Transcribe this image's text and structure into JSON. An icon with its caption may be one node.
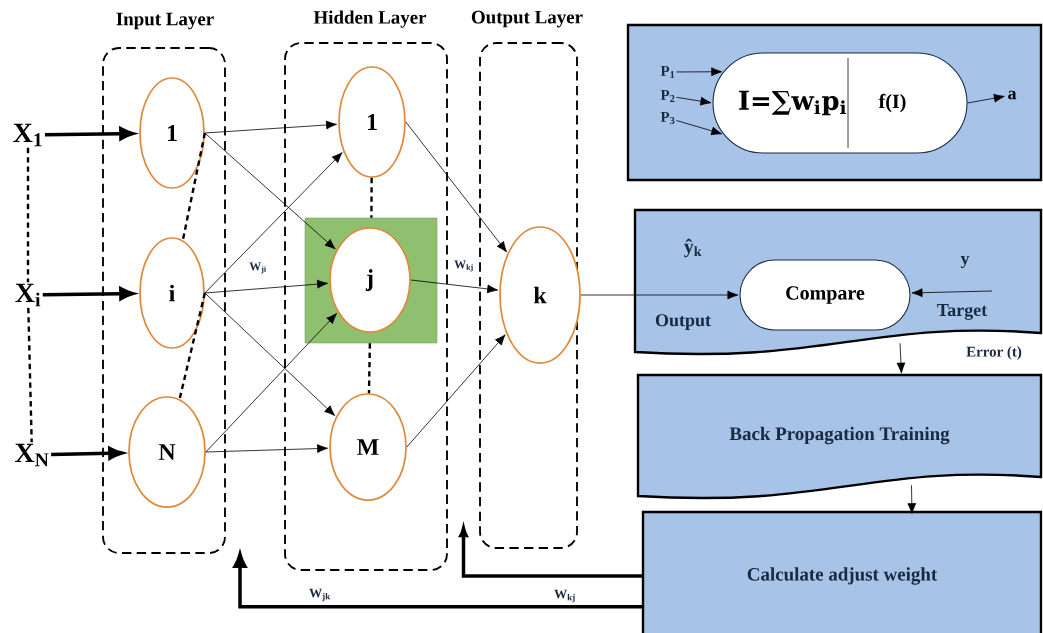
{
  "diagram": {
    "nodes": [
      {
        "text": [
          "Input Layer"
        ]
      },
      {
        "text": [
          "Hidden Layer"
        ]
      },
      {
        "text": [
          "Output Layer"
        ]
      },
      {
        "text": [
          "X$_{1}$"
        ]
      },
      {
        "text": [
          "X$_{i}$"
        ]
      },
      {
        "text": [
          "X$_{N}$"
        ]
      },
      {
        "text": [
          "1"
        ],
        "in": 0
      },
      {
        "text": [
          "i"
        ],
        "in": 0
      },
      {
        "text": [
          "N"
        ],
        "in": 0
      },
      {
        "text": [
          "1"
        ],
        "in": 1
      },
      {
        "text": [],
        "shape": "box",
        "in": 1
      },
      {
        "text": [
          "j"
        ],
        "in": 10
      },
      {
        "text": [
          "M"
        ],
        "in": 1
      },
      {
        "text": [
          "k"
        ],
        "in": 2
      },
      {
        "text": [],
        "shape": "box"
      },
      {
        "text": [
          "I=∑w$_{i}$p$_{i}$",
          "f(I)"
        ],
        "in": 14
      },
      {
        "text": [
          "P$_{1}$"
        ],
        "in": 14
      },
      {
        "text": [
          "P$_{2}$"
        ],
        "in": 14
      },
      {
        "text": [
          "P$_{3}$"
        ],
        "in": 14
      },
      {
        "text": [
          "a"
        ],
        "in": 14
      },
      {
        "text": [],
        "shape": "box"
      },
      {
        "text": [
          "Compare"
        ],
        "in": 20
      },
      {
        "text": [
          "Back Propagation Training"
        ]
      },
      {
        "text": [
          "Calculate adjust weight"
        ]
      }
    ],
    "edges": [
      {
        "from": 3,
        "to": 6,
        "arrow": "to",
        "style": "thick"
      },
      {
        "from": 4,
        "to": 7,
        "arrow": "to",
        "style": "thick"
      },
      {
        "from": 5,
        "to": 8,
        "arrow": "to",
        "style": "thick"
      },
      {
        "from": 3,
        "to": 4,
        "arrow": "none",
        "style": "dashed"
      },
      {
        "from": 4,
        "to": 5,
        "arrow": "none",
        "style": "dashed"
      },
      {
        "from": 6,
        "to": 7,
        "arrow": "none",
        "style": "dashed"
      },
      {
        "from": 7,
        "to": 8,
        "arrow": "none",
        "style": "dashed"
      },
      {
        "from": 6,
        "to": 9,
        "arrow": "to"
      },
      {
        "from": 6,
        "to": 11,
        "arrow": "to"
      },
      {
        "from": 7,
        "to": 9,
        "arrow": "to"
      },
      {
        "from": 7,
        "to": 11,
        "arrow": "to",
        "label": "W$_{ji}$"
      },
      {
        "from": 7,
        "to": 12,
        "arrow": "to"
      },
      {
        "from": 8,
        "to": 11,
        "arrow": "to"
      },
      {
        "from": 8,
        "to": 12,
        "arrow": "to"
      },
      {
        "from": 9,
        "to": 10,
        "arrow": "none",
        "style": "dashed"
      },
      {
        "from": 10,
        "to": 12,
        "arrow": "none",
        "style": "dashed"
      },
      {
        "from": 9,
        "to": 13,
        "arrow": "to"
      },
      {
        "from": 11,
        "to": 13,
        "arrow": "to",
        "label": "W$_{kj}$"
      },
      {
        "from": 12,
        "to": 13,
        "arrow": "to"
      },
      {
        "from": 16,
        "to": 15,
        "arrow": "to"
      },
      {
        "from": 17,
        "to": 15,
        "arrow": "to"
      },
      {
        "from": 18,
        "to": 15,
        "arrow": "to"
      },
      {
        "from": 15,
        "to": 19,
        "arrow": "to"
      },
      {
        "from": 13,
        "to": 21,
        "arrow": "to",
        "label": "ŷ$_{k}$"
      },
      {
        "from": null,
        "to": 21,
        "arrow": "to",
        "label": "y"
      },
      {
        "from": 20,
        "to": 22,
        "arrow": "to",
        "label": "Error (t)"
      },
      {
        "from": 22,
        "to": 23,
        "arrow": "to"
      },
      {
        "from": 23,
        "to": null,
        "arrow": "to",
        "style": "thick",
        "label": "W$_{kj}$"
      },
      {
        "from": 23,
        "to": null,
        "arrow": "to",
        "style": "thick",
        "label": "W$_{jk}$"
      }
    ],
    "labels": [
      "Output",
      "Target"
    ]
  }
}
